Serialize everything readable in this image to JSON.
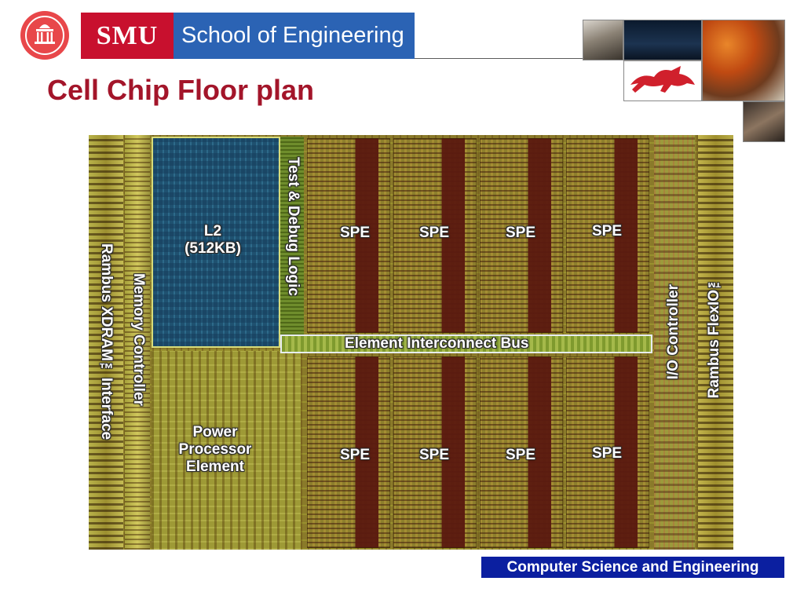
{
  "header": {
    "seal": "SMU university seal",
    "smu": "SMU",
    "school": "School of Engineering"
  },
  "slide": {
    "title": "Cell Chip Floor plan"
  },
  "die_labels": {
    "rambus_xdram": "Rambus XDRAM™Interface",
    "memory_controller": "Memory Controller",
    "l2": "L2",
    "l2_size": "(512KB)",
    "test_debug": "Test & Debug Logic",
    "eib": "Element Interconnect Bus",
    "ppe_line1": "Power",
    "ppe_line2": "Processor",
    "ppe_line3": "Element",
    "spe": [
      "SPE",
      "SPE",
      "SPE",
      "SPE",
      "SPE",
      "SPE",
      "SPE",
      "SPE"
    ],
    "io_controller": "I/O Controller",
    "rambus_flexio": "Rambus FlexIO™"
  },
  "footer": {
    "tag": "Computer Science and Engineering"
  },
  "colors": {
    "title": "#a3152a",
    "smu_red": "#c8102e",
    "school_blue": "#2b63b4",
    "footer_blue": "#0b1fa0"
  }
}
